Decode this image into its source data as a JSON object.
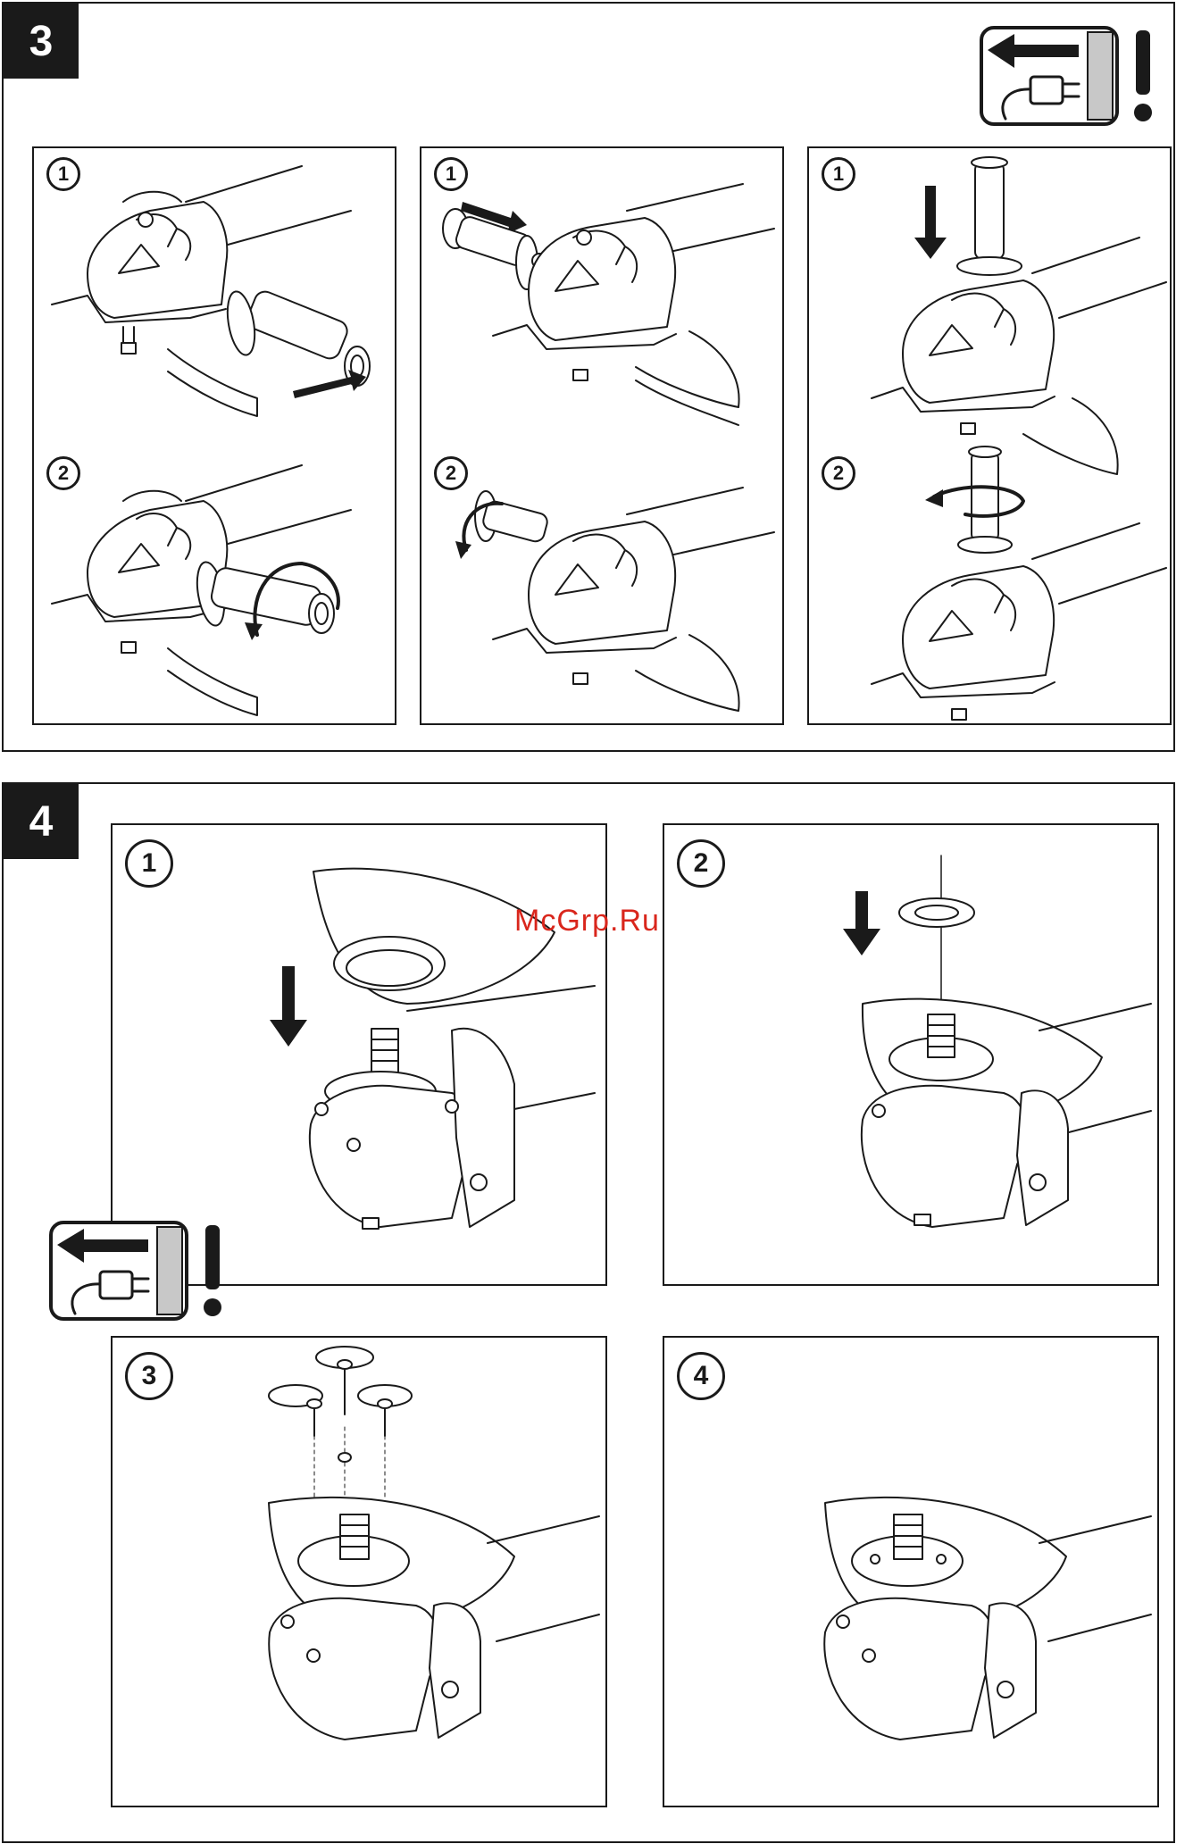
{
  "watermark": "McGrp.Ru",
  "colors": {
    "ink": "#1a1a1a",
    "watermark": "#d9261c",
    "background": "#ffffff"
  },
  "section3": {
    "number": "3",
    "warning_icon": "unplug-before-work-icon",
    "panels": [
      {
        "steps": [
          "1",
          "2"
        ],
        "subject": "side-handle-right"
      },
      {
        "steps": [
          "1",
          "2"
        ],
        "subject": "side-handle-left"
      },
      {
        "steps": [
          "1",
          "2"
        ],
        "subject": "side-handle-top"
      }
    ]
  },
  "section4": {
    "number": "4",
    "warning_icon": "unplug-before-work-icon",
    "panels": [
      {
        "step": "1",
        "subject": "guard-placement"
      },
      {
        "step": "2",
        "subject": "guard-flange"
      },
      {
        "step": "3",
        "subject": "guard-screws"
      },
      {
        "step": "4",
        "subject": "guard-mounted"
      }
    ]
  }
}
